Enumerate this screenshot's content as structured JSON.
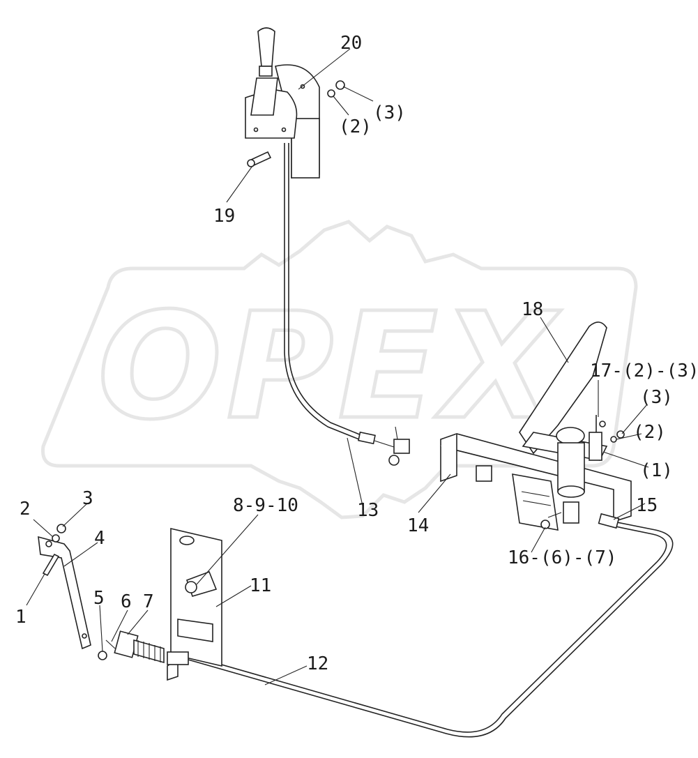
{
  "watermark": {
    "text": "OPEX"
  },
  "labels": {
    "p1": "1",
    "p2": "2",
    "p3": "3",
    "p4": "4",
    "p5": "5",
    "p6": "6",
    "p7": "7",
    "p8_10": "8-9-10",
    "p11": "11",
    "p12": "12",
    "p13": "13",
    "p14": "14",
    "p15": "15",
    "p16": "16-(6)-(7)",
    "p17": "17-(2)-(3)",
    "p18": "18",
    "p19": "19",
    "p20": "20",
    "p_2a": "(2)",
    "p_3a": "(3)",
    "p_3b": "(3)",
    "p_2b": "(2)",
    "p_1b": "(1)"
  }
}
